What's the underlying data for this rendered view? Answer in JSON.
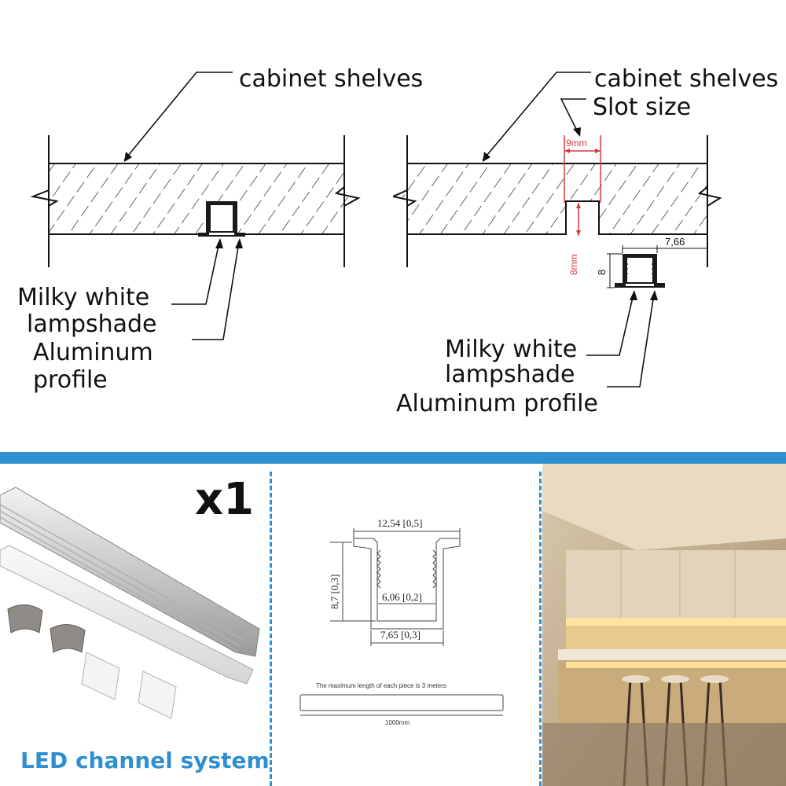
{
  "left_diagram": {
    "shelf_label": "cabinet shelves",
    "lampshade_label_line1": "Milky white",
    "lampshade_label_line2": "lampshade",
    "profile_label_line1": "Aluminum",
    "profile_label_line2": "profile"
  },
  "right_diagram": {
    "shelf_label": "cabinet shelves",
    "slot_label": "Slot size",
    "slot_width": "9mm",
    "slot_depth": "8mm",
    "profile_height": "8",
    "profile_width": "7,66",
    "lampshade_label_line1": "Milky white",
    "lampshade_label_line2": "lampshade",
    "profile_label": "Aluminum profile"
  },
  "bottom": {
    "quantity": "x1",
    "system_label": "LED channel system",
    "accent_color": "#2f8fd0",
    "drawing": {
      "dim_top": "12,54 [0,5]",
      "dim_height": "8,7 [0,3]",
      "dim_inner": "6,06 [0,2]",
      "dim_bottom": "7,65 [0,3]",
      "max_length_note": "The maximum length of each piece is 3 meters",
      "length_label": "1000mm"
    }
  }
}
